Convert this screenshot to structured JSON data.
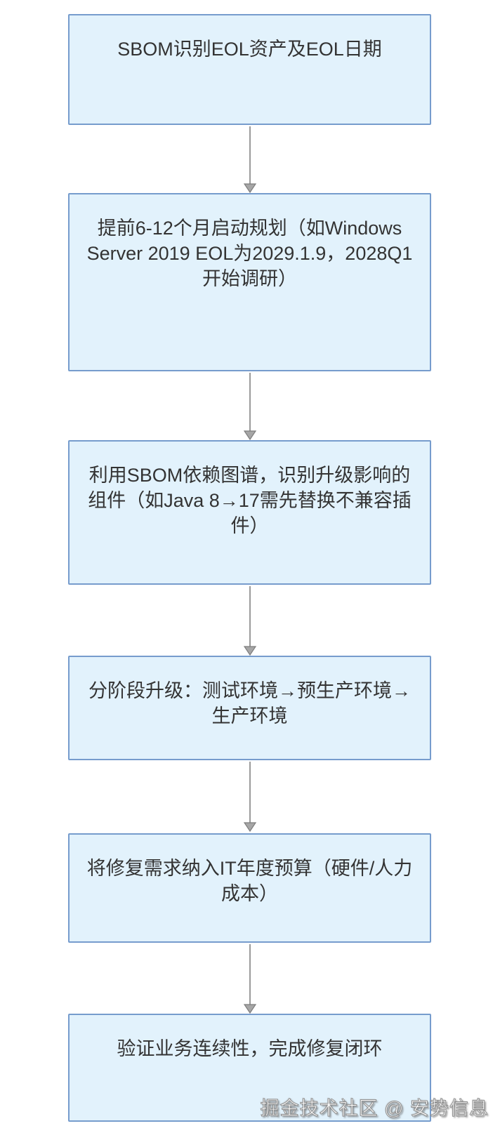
{
  "flowchart": {
    "steps": [
      {
        "label": "SBOM识别EOL资产及EOL日期"
      },
      {
        "label": "提前6-12个月启动规划（如Windows Server 2019 EOL为2029.1.9，2028Q1开始调研）"
      },
      {
        "label": "利用SBOM依赖图谱，识别升级影响的组件（如Java 8→17需先替换不兼容插件）"
      },
      {
        "label": "分阶段升级：测试环境→预生产环境→生产环境"
      },
      {
        "label": "将修复需求纳入IT年度预算（硬件/人力成本）"
      },
      {
        "label": "验证业务连续性，完成修复闭环"
      }
    ],
    "colors": {
      "box_fill": "#e2f2fc",
      "box_border": "#769ccd",
      "text": "#333333",
      "arrow_shaft": "#9b9b9b",
      "arrowhead_fill": "#a6a6a6",
      "arrowhead_stroke": "#7d7d7d",
      "background": "#ffffff"
    }
  },
  "watermark": {
    "text": "掘金技术社区 @ 安势信息"
  }
}
